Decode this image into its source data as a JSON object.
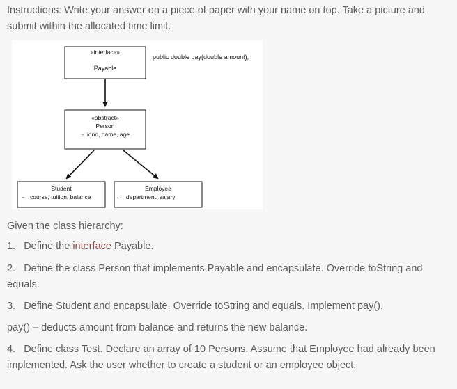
{
  "instructions": "Instructions: Write your answer on a piece of paper with your name on top. Take a picture and submit within the allocated time limit.",
  "diagram": {
    "payable": {
      "stereotype": "«interface»",
      "name": "Payable",
      "method_note": "public double pay(double amount);"
    },
    "person": {
      "stereotype": "«abstract»",
      "name": "Person",
      "fields": "idno, name, age"
    },
    "student": {
      "name": "Student",
      "fields": "course, tuition, balance"
    },
    "employee": {
      "name": "Employee",
      "fields": "department, salary"
    },
    "bullet": "-",
    "bullet_alt": "·"
  },
  "intro": "Given the class hierarchy:",
  "items": [
    {
      "num": "1.",
      "pre": "Define the ",
      "highlight": "interface",
      "post": " Payable."
    },
    {
      "num": "2.",
      "text": "Define the class Person that implements Payable and encapsulate. Override toString and equals."
    },
    {
      "num": "3.",
      "text": "Define Student and encapsulate. Override toString and equals. Implement pay()."
    },
    {
      "text": "pay() – deducts amount from balance and returns the new balance."
    },
    {
      "num": "4.",
      "text": "Define class Test. Declare an array of 10 Persons. Assume that Employee had already been implemented. Ask the user whether to create a student or an employee object."
    }
  ],
  "colors": {
    "highlight": "#8b4a4a",
    "text": "#5c5c5c",
    "background": "#f7f7f7"
  }
}
